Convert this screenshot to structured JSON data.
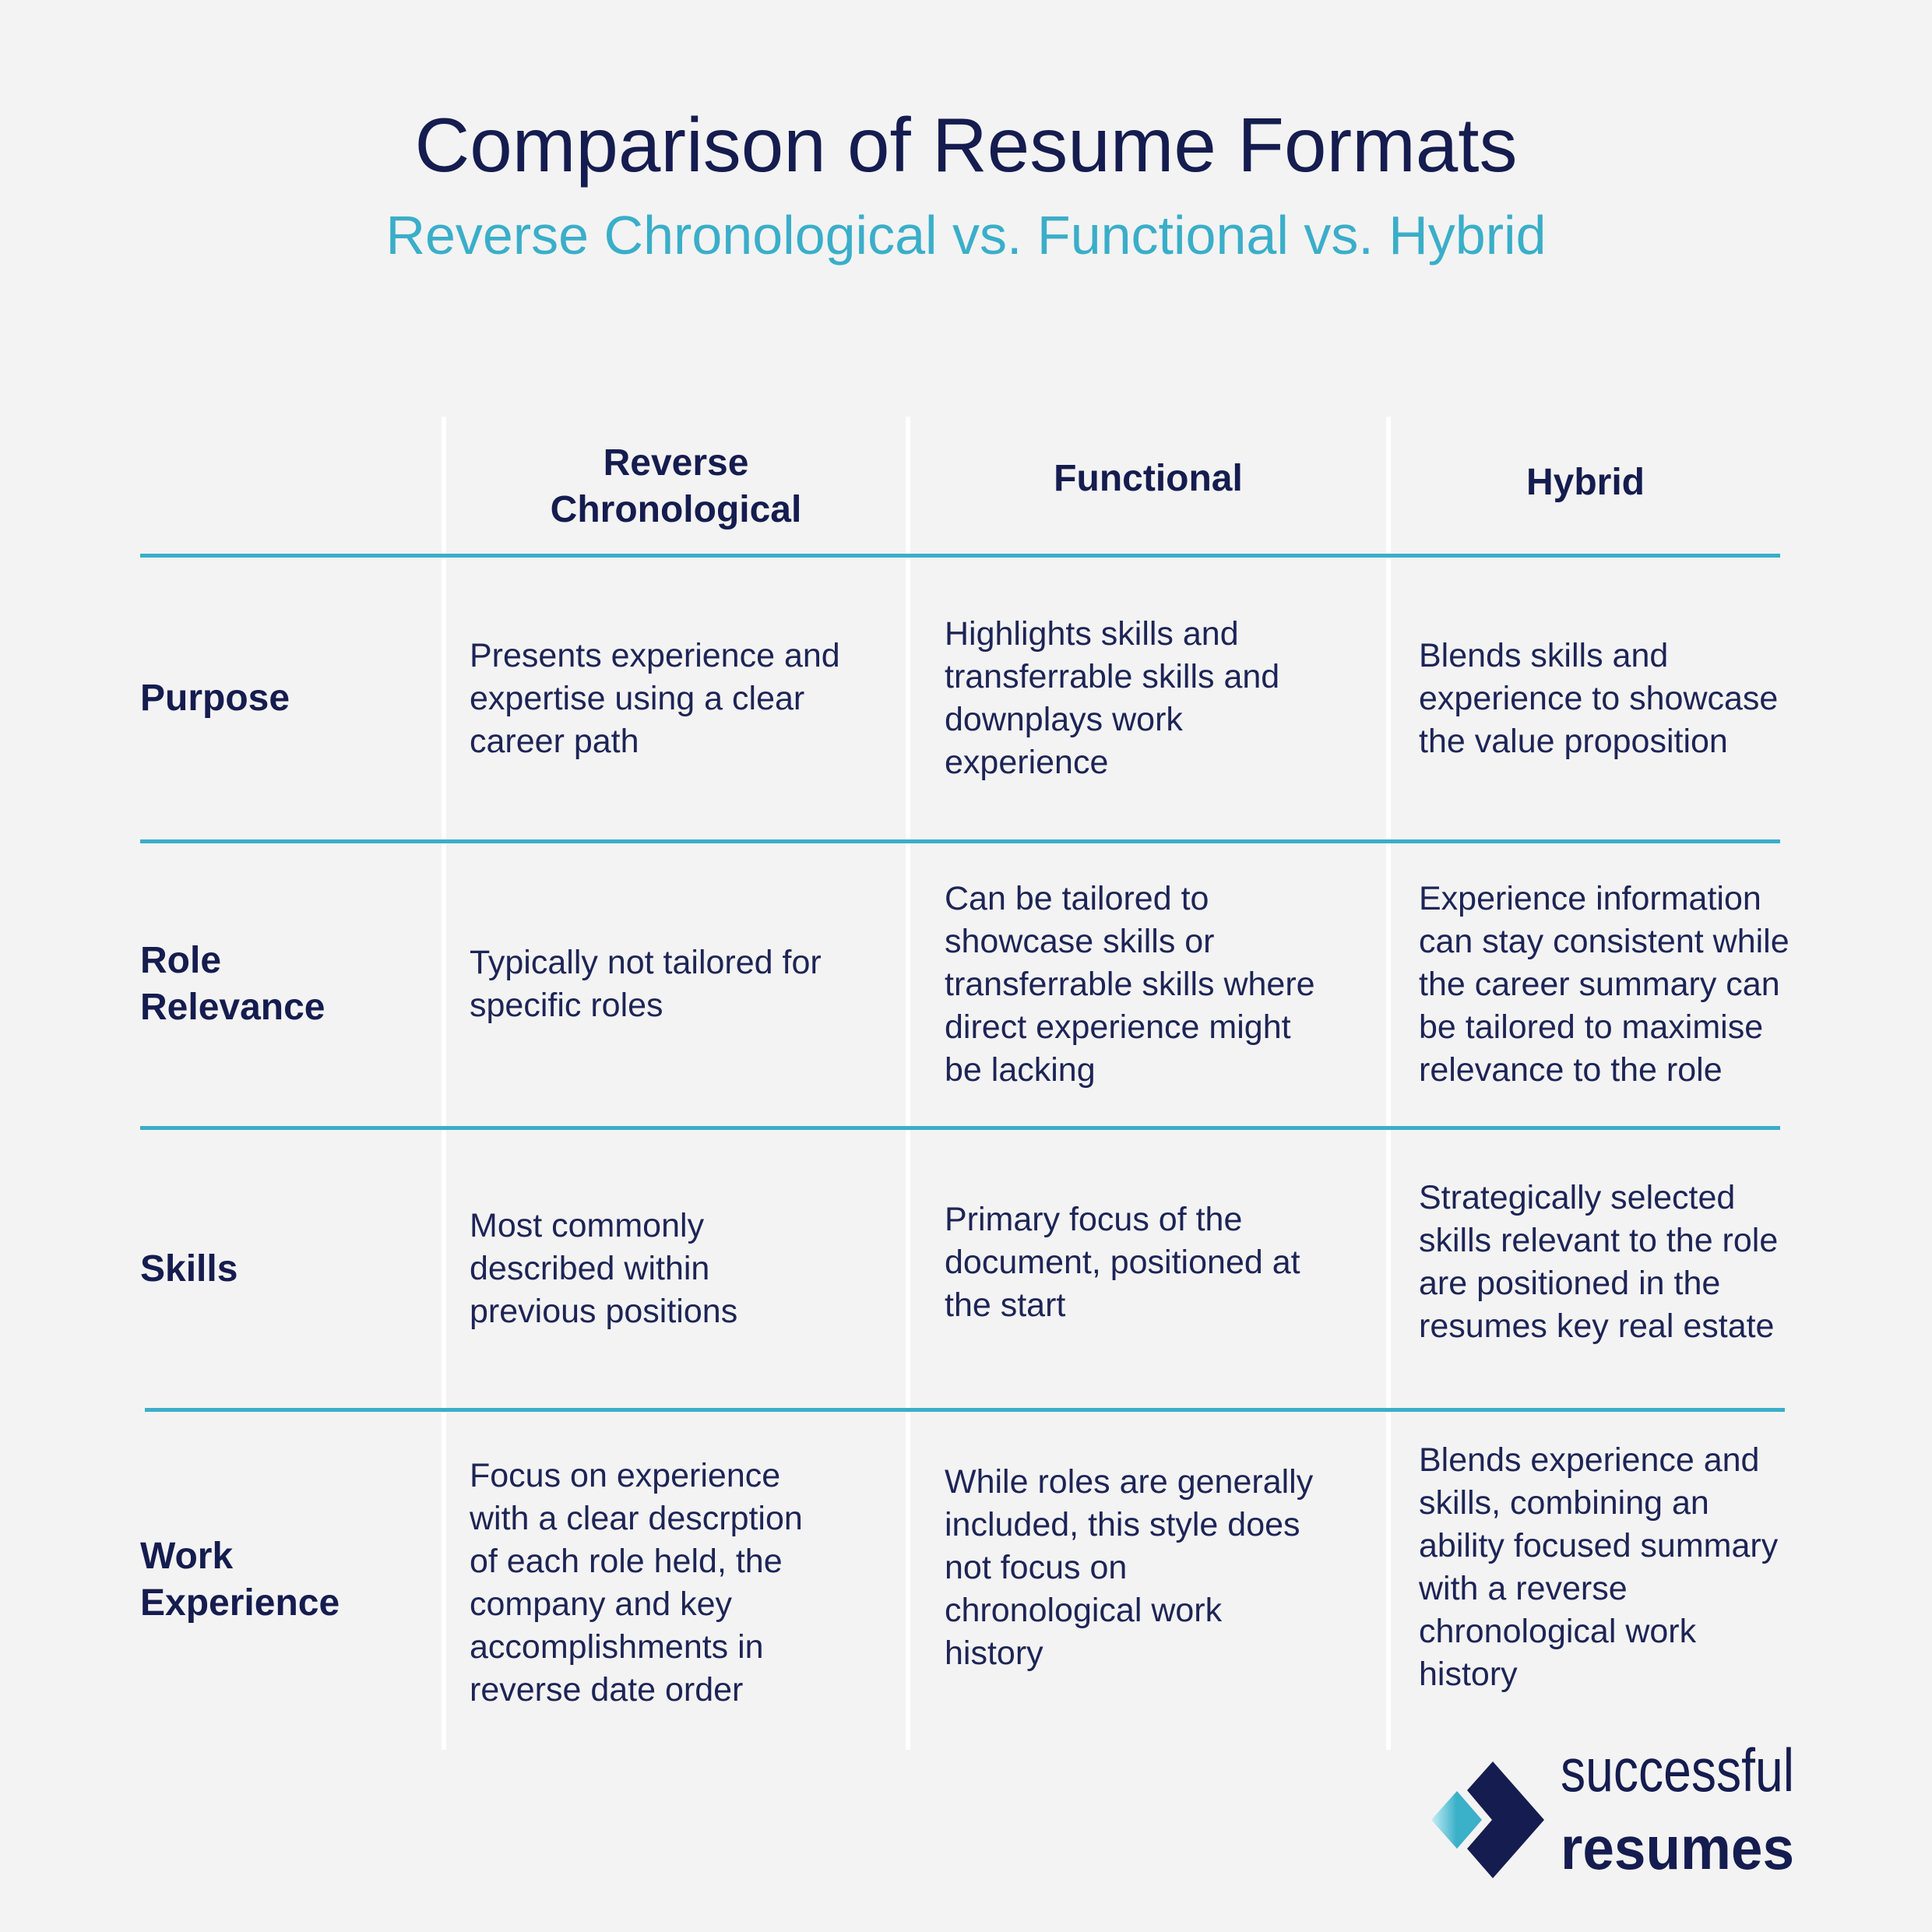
{
  "title": "Comparison of Resume Formats",
  "subtitle": "Reverse Chronological vs. Functional vs. Hybrid",
  "columns": [
    "Reverse\nChronological",
    "Functional",
    "Hybrid"
  ],
  "rows": [
    {
      "label": "Purpose",
      "cells": [
        "Presents experience and\nexpertise using a clear\ncareer path",
        "Highlights skills and\ntransferrable skills and\ndownplays work\nexperience",
        "Blends skills and\nexperience to showcase\nthe value proposition"
      ]
    },
    {
      "label": "Role\nRelevance",
      "cells": [
        "Typically not tailored for\nspecific roles",
        "Can be tailored to\nshowcase skills or\ntransferrable skills where\ndirect experience might\nbe lacking",
        "Experience information\ncan stay consistent while\nthe career summary can\nbe tailored to maximise\nrelevance to the role"
      ]
    },
    {
      "label": "Skills",
      "cells": [
        "Most commonly\ndescribed within\nprevious positions",
        "Primary focus of the\ndocument, positioned at\nthe start",
        "Strategically selected\nskills relevant to the role\nare positioned in the\nresumes key real estate"
      ]
    },
    {
      "label": "Work\nExperience",
      "cells": [
        "Focus on experience\nwith a clear descrption\nof each role held, the\ncompany and key\naccomplishments in\nreverse date order",
        "While roles are generally\nincluded, this style does\nnot focus on\nchronological work\nhistory",
        "Blends experience and\nskills, combining an\nability focused summary\nwith a reverse\nchronological work\nhistory"
      ]
    }
  ],
  "logo": {
    "line1": "successful",
    "line2": "resumes"
  },
  "colors": {
    "navy": "#151c4f",
    "teal": "#3aaec9",
    "background": "#f3f3f3"
  }
}
